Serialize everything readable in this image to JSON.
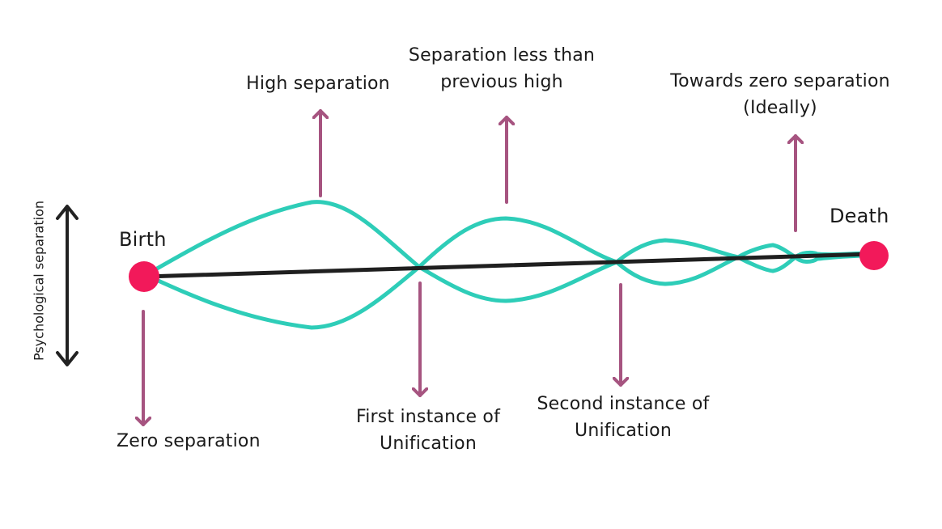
{
  "colors": {
    "background": "#ffffff",
    "wave": "#2ecdb8",
    "timeline": "#1f1f1f",
    "endpoint": "#f2195a",
    "pointer_arrow": "#a65480",
    "axis_arrow": "#222222",
    "text": "#1a1a1a"
  },
  "axis": {
    "label": "Psychological separation",
    "icon": "double-headed-vertical-arrow"
  },
  "endpoints": {
    "start": "Birth",
    "end": "Death"
  },
  "annotations": {
    "zero_separation": [
      "Zero separation"
    ],
    "high_separation": [
      "High separation"
    ],
    "first_unification": [
      "First instance of",
      "Unification"
    ],
    "less_separation": [
      "Separation less than",
      "previous high"
    ],
    "second_unification": [
      "Second instance of",
      "Unification"
    ],
    "towards_zero": [
      "Towards zero separation",
      "(Ideally)"
    ]
  }
}
